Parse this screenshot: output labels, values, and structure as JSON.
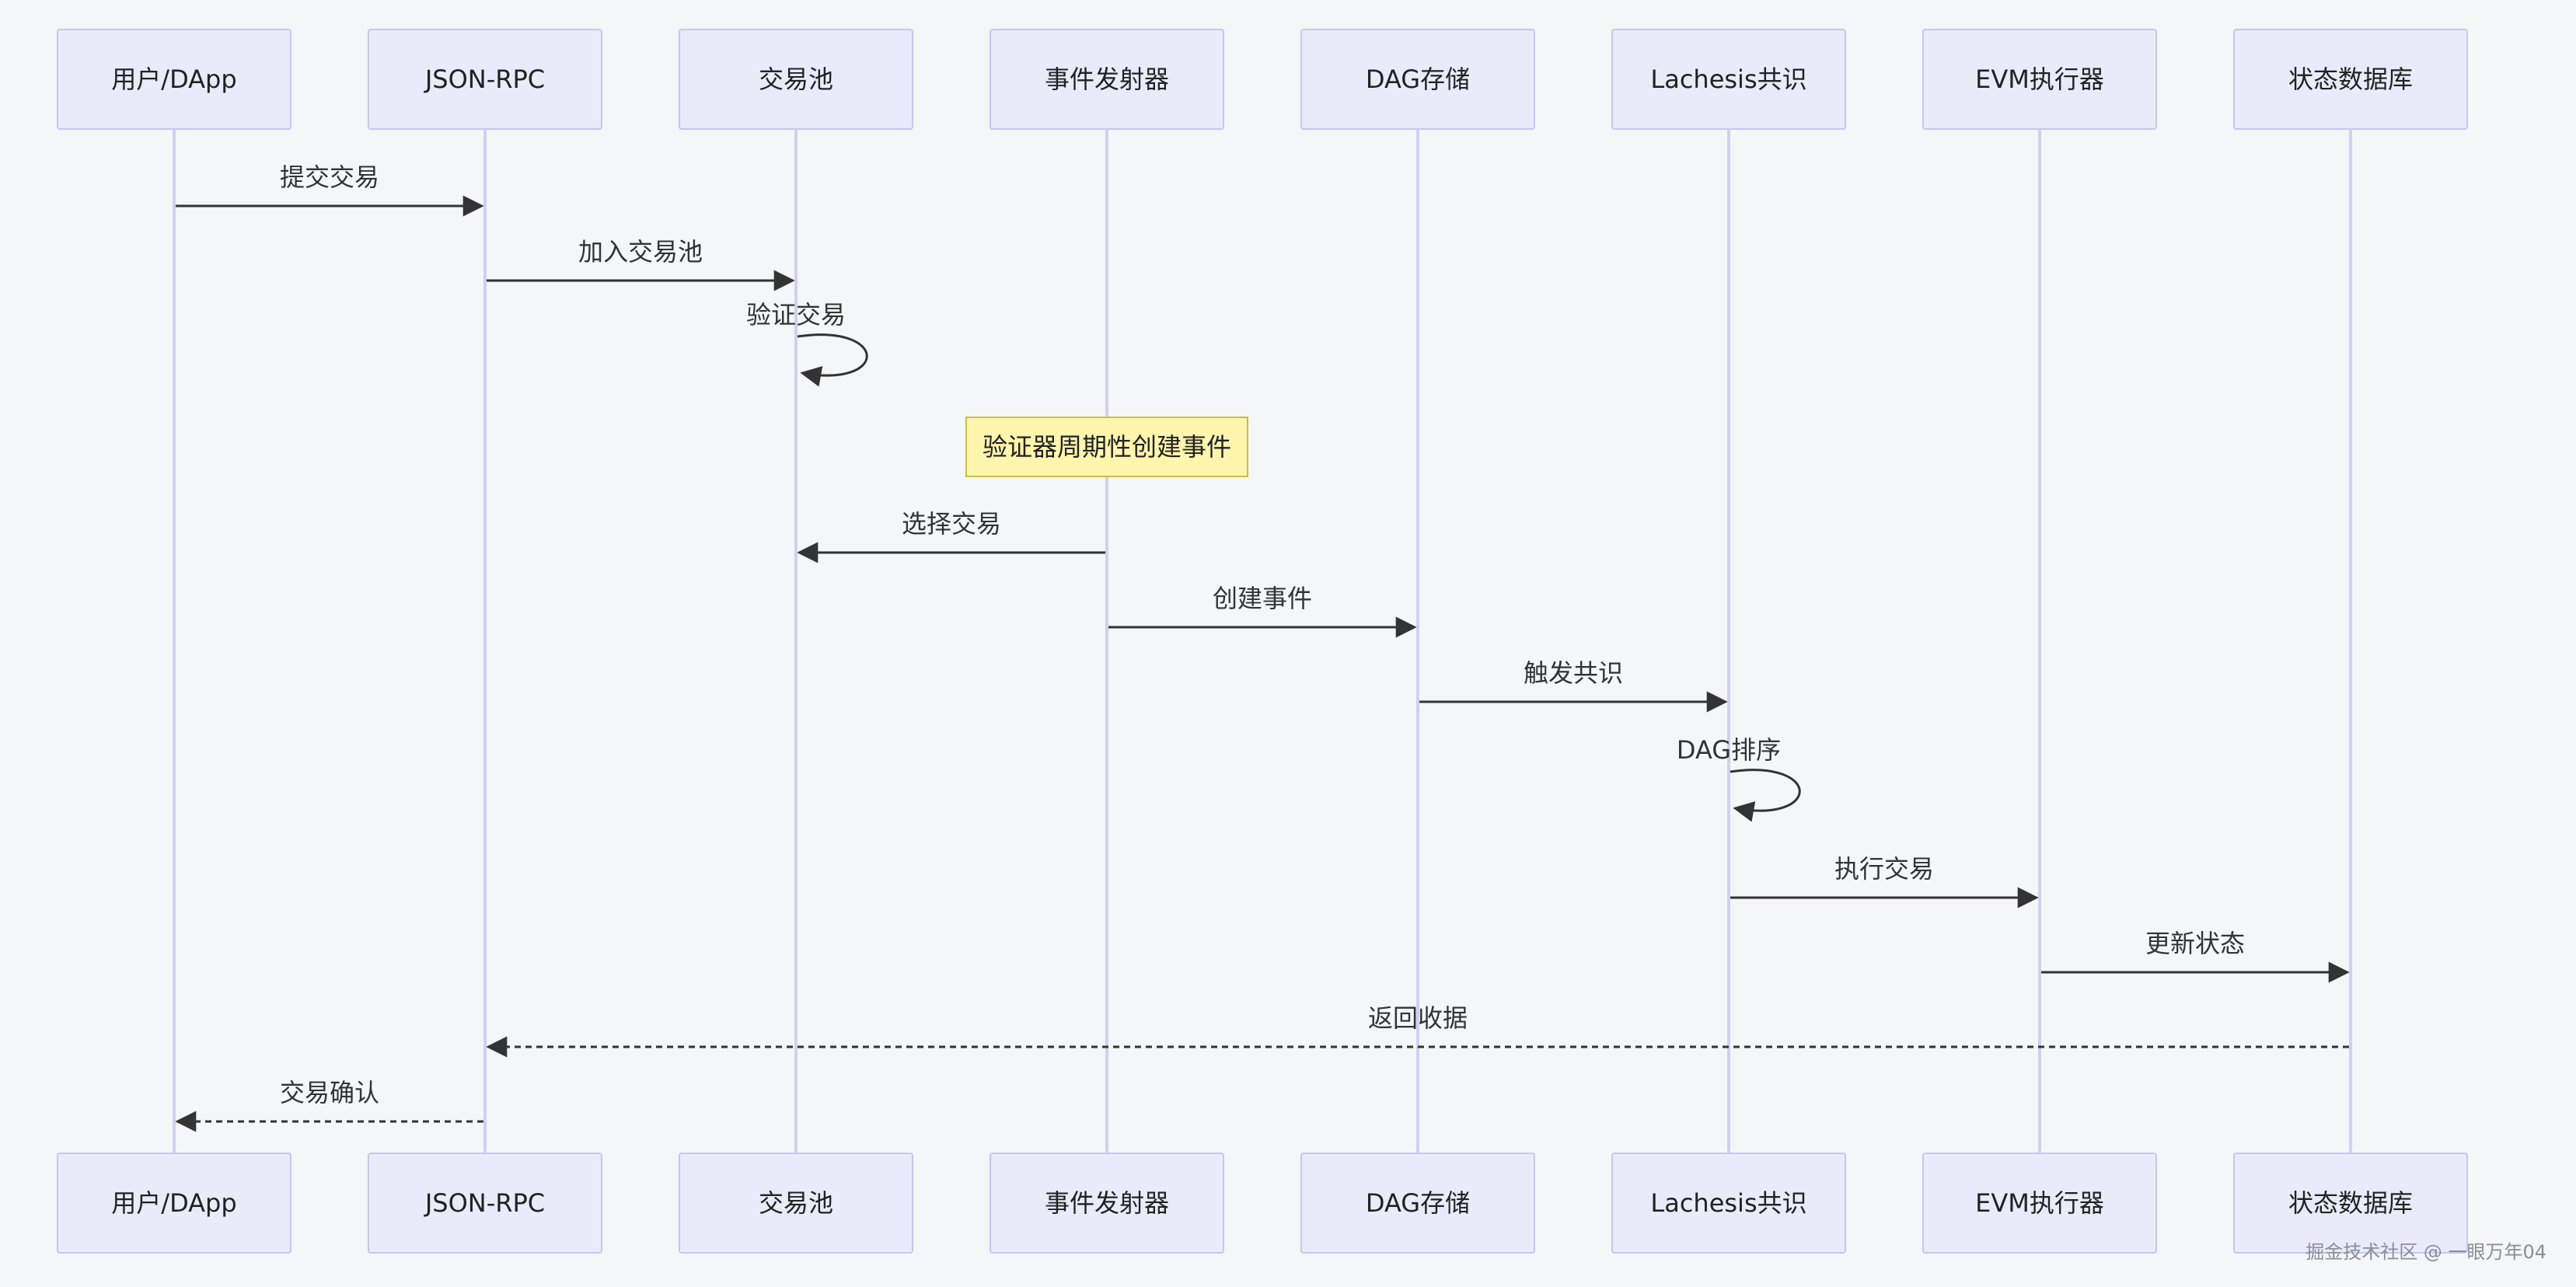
{
  "actors": [
    {
      "id": "user",
      "label": "用户/DApp"
    },
    {
      "id": "rpc",
      "label": "JSON-RPC"
    },
    {
      "id": "pool",
      "label": "交易池"
    },
    {
      "id": "emitter",
      "label": "事件发射器"
    },
    {
      "id": "dag",
      "label": "DAG存储"
    },
    {
      "id": "lachesis",
      "label": "Lachesis共识"
    },
    {
      "id": "evm",
      "label": "EVM执行器"
    },
    {
      "id": "state",
      "label": "状态数据库"
    }
  ],
  "steps": [
    {
      "kind": "message",
      "from": "user",
      "to": "rpc",
      "label": "提交交易",
      "style": "solid"
    },
    {
      "kind": "message",
      "from": "rpc",
      "to": "pool",
      "label": "加入交易池",
      "style": "solid"
    },
    {
      "kind": "self",
      "actor": "pool",
      "label": "验证交易"
    },
    {
      "kind": "note",
      "over": "emitter",
      "label": "验证器周期性创建事件"
    },
    {
      "kind": "message",
      "from": "emitter",
      "to": "pool",
      "label": "选择交易",
      "style": "solid"
    },
    {
      "kind": "message",
      "from": "emitter",
      "to": "dag",
      "label": "创建事件",
      "style": "solid"
    },
    {
      "kind": "message",
      "from": "dag",
      "to": "lachesis",
      "label": "触发共识",
      "style": "solid"
    },
    {
      "kind": "self",
      "actor": "lachesis",
      "label": "DAG排序"
    },
    {
      "kind": "message",
      "from": "lachesis",
      "to": "evm",
      "label": "执行交易",
      "style": "solid"
    },
    {
      "kind": "message",
      "from": "evm",
      "to": "state",
      "label": "更新状态",
      "style": "solid"
    },
    {
      "kind": "message",
      "from": "state",
      "to": "rpc",
      "label": "返回收据",
      "style": "dashed"
    },
    {
      "kind": "message",
      "from": "rpc",
      "to": "user",
      "label": "交易确认",
      "style": "dashed"
    }
  ],
  "colors": {
    "actor_fill": "#eaeafb",
    "actor_stroke": "#c9c6ee",
    "lifeline": "#d2cff2",
    "arrow": "#333333",
    "note_fill": "#fff5ad",
    "note_stroke": "#c9bf45",
    "background": "#f4f6f8"
  },
  "watermark": "掘金技术社区 @ 一眼万年04"
}
